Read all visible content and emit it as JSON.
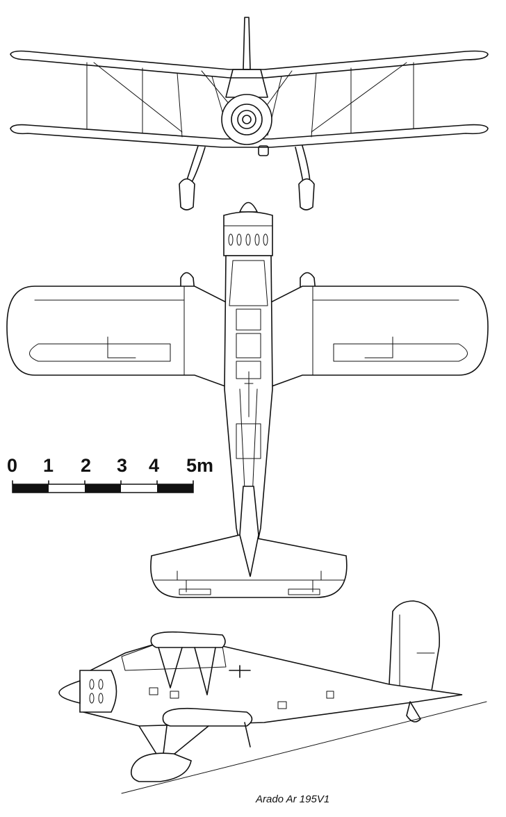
{
  "caption": "Arado Ar 195V1",
  "scale_bar": {
    "labels": [
      "0",
      "1",
      "2",
      "3",
      "4",
      "5m"
    ],
    "unit": "m",
    "segments": [
      "black",
      "white",
      "black",
      "white",
      "black"
    ]
  },
  "views": [
    "front-view",
    "top-view",
    "side-view"
  ]
}
